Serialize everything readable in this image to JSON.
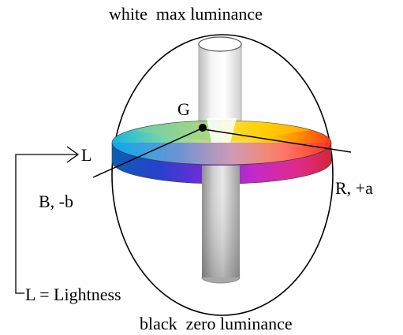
{
  "diagram": {
    "top_label": "white  max luminance",
    "bottom_label": "black  zero luminance",
    "label_green": "G",
    "label_lightness_axis": "L",
    "label_blue": "B, -b",
    "label_red": "R, +a",
    "legend_lightness": "L = Lightness"
  },
  "colors": {
    "outline": "#000000",
    "background": "#ffffff",
    "disc_top_left": "#8fd08a",
    "disc_top_right": "#ffd000",
    "disc_left": "#0fa6e6",
    "disc_right": "#ff2a2a",
    "disc_side_front": "#c62ad6",
    "cylinder": "#d9d9d9"
  }
}
